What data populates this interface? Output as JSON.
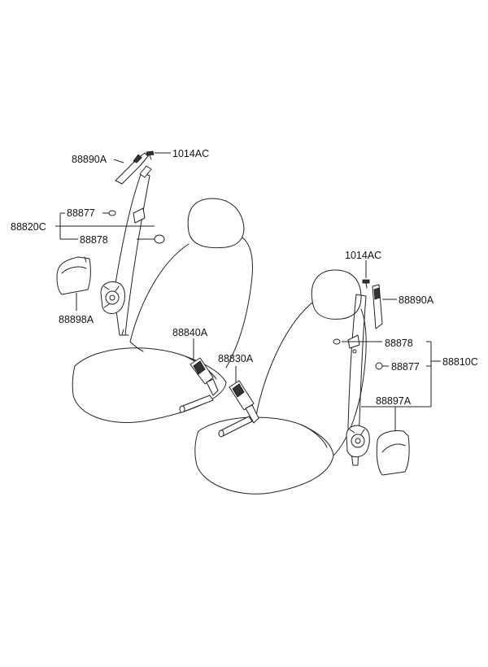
{
  "labels": {
    "front_upper_anchor": "88890A",
    "front_bolt": "1014AC",
    "front_small_bush": "88877",
    "front_assembly": "88820C",
    "front_washer": "88878",
    "front_cover": "88898A",
    "front_buckle": "88840A",
    "rear_buckle": "88830A",
    "rear_bolt": "1014AC",
    "rear_upper_anchor": "88890A",
    "rear_washer": "88878",
    "rear_small_bush": "88877",
    "rear_assembly": "88810C",
    "rear_cover": "88897A"
  }
}
